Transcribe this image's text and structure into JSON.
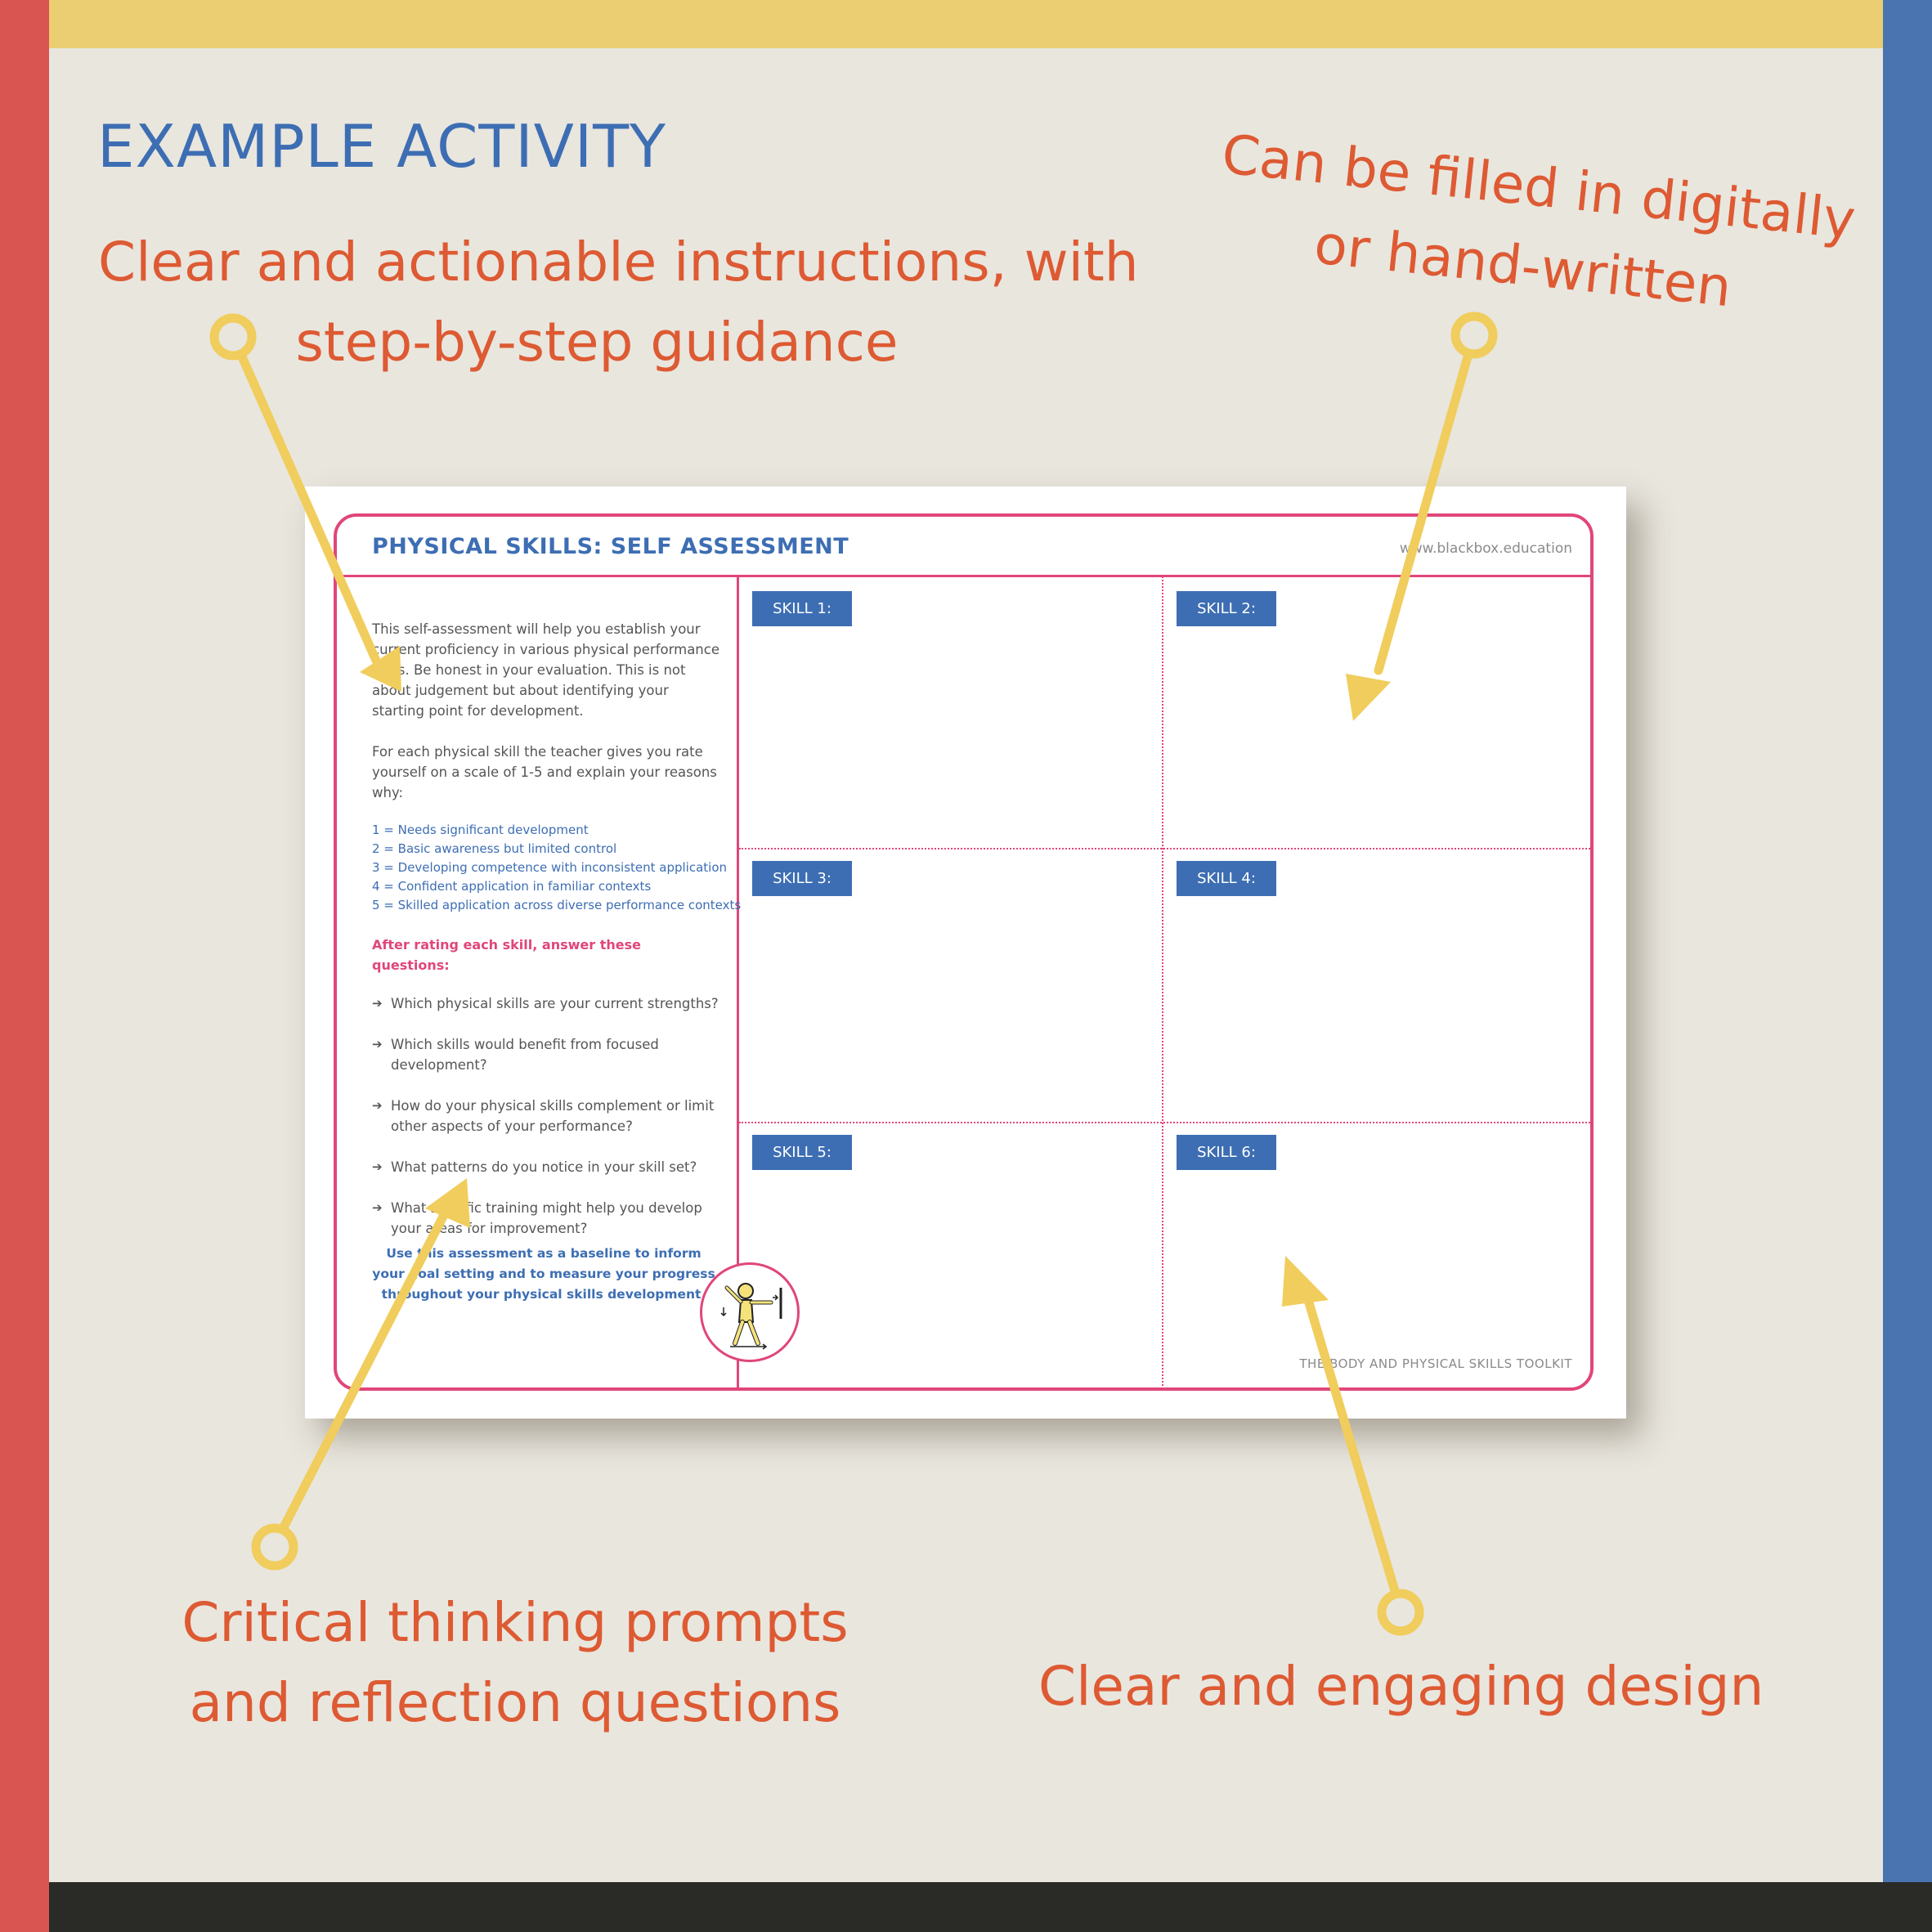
{
  "heading": "EXAMPLE ACTIVITY",
  "callouts": {
    "instructions": [
      "Clear and actionable instructions, with",
      "step-by-step guidance"
    ],
    "fill_in": [
      "Can be filled in digitally",
      "or hand-written"
    ],
    "critical_thinking": [
      "Critical thinking prompts",
      "and reflection questions"
    ],
    "design": [
      "Clear and engaging design"
    ]
  },
  "worksheet": {
    "title": "PHYSICAL SKILLS: SELF ASSESSMENT",
    "url": "www.blackbox.education",
    "footer": "THE BODY AND PHYSICAL SKILLS TOOLKIT",
    "intro": "This self-assessment will help you establish your current proficiency in various physical performance skills. Be honest in your evaluation. This is not about judgement but about identifying your starting point for development.",
    "rating_instruction": "For each physical skill the teacher gives you rate yourself on a scale of 1-5 and explain your reasons why:",
    "scale": [
      "1 = Needs significant development",
      "2 = Basic awareness but limited control",
      "3 = Developing competence with inconsistent application",
      "4 = Confident application in familiar contexts",
      "5 = Skilled application across diverse performance contexts"
    ],
    "questions_heading": "After rating each skill, answer these questions:",
    "questions": [
      "Which physical skills are your current strengths?",
      "Which skills would benefit from focused development?",
      "How do your physical skills complement or limit other aspects of your performance?",
      "What patterns do you notice in your skill set?",
      "What specific training might help you develop your areas for improvement?"
    ],
    "closing": "Use this assessment as a baseline to inform your goal setting and to measure your progress throughout your physical skills development.",
    "skills": [
      "SKILL 1:",
      "SKILL 2:",
      "SKILL 3:",
      "SKILL 4:",
      "SKILL 5:",
      "SKILL 6:"
    ]
  },
  "colors": {
    "accent_red": "#d95552",
    "accent_blue": "#4a74b0",
    "accent_yellow": "#ebcd72",
    "callout_orange": "#dd5a33",
    "frame_pink": "#e0467b",
    "arrow_yellow": "#f0cd5c"
  },
  "icons": [
    "arrow-bullet-icon",
    "stretching-figure-icon"
  ]
}
